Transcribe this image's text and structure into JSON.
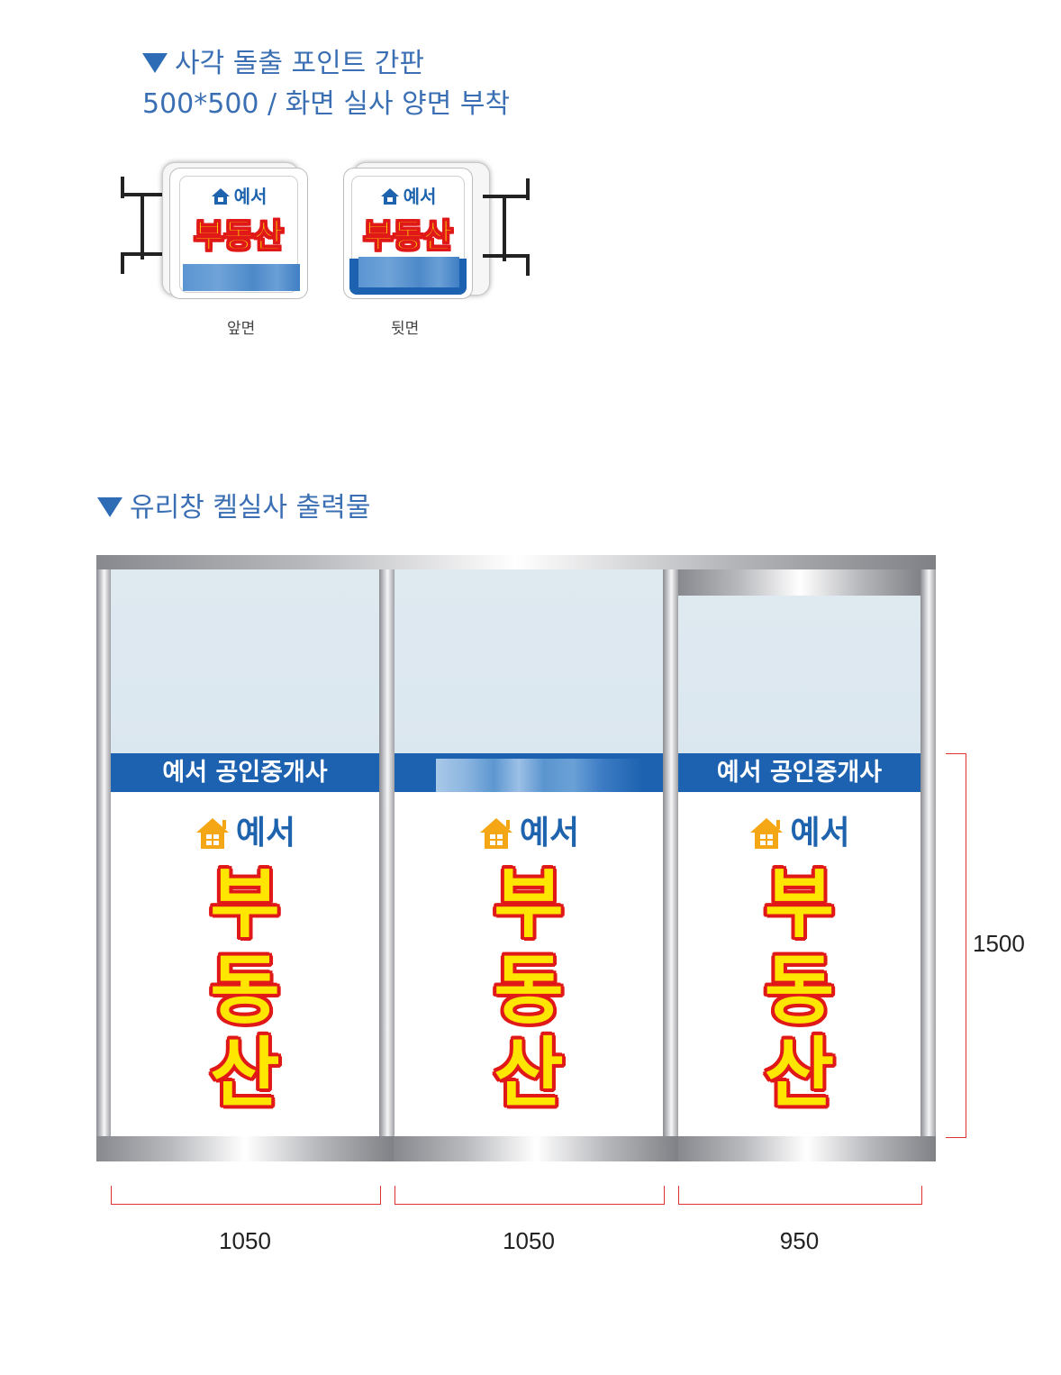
{
  "section1": {
    "title_line1": "사각 돌출 포인트 간판",
    "title_line2": "500*500 / 화면 실사 양면 부착"
  },
  "small_signs": {
    "brand": "예서",
    "main": "부동산",
    "front_label": "앞면",
    "back_label": "뒷면"
  },
  "section2": {
    "title": "유리창 켈실사 출력물"
  },
  "window_panels": [
    {
      "banner": "예서 공인중개사",
      "brand": "예서",
      "chars": [
        "부",
        "동",
        "산"
      ],
      "width": "1050"
    },
    {
      "banner": "",
      "brand": "예서",
      "chars": [
        "부",
        "동",
        "산"
      ],
      "width": "1050"
    },
    {
      "banner": "예서 공인중개사",
      "brand": "예서",
      "chars": [
        "부",
        "동",
        "산"
      ],
      "width": "950"
    }
  ],
  "height_dim": "1500",
  "colors": {
    "accent_blue": "#1c62b0",
    "heading_blue": "#3b6fb4",
    "main_text_yellow": "#ffe600",
    "main_text_outline_red": "#e01818",
    "house_icon_orange": "#f4a614",
    "dimension_red": "#d33333"
  }
}
